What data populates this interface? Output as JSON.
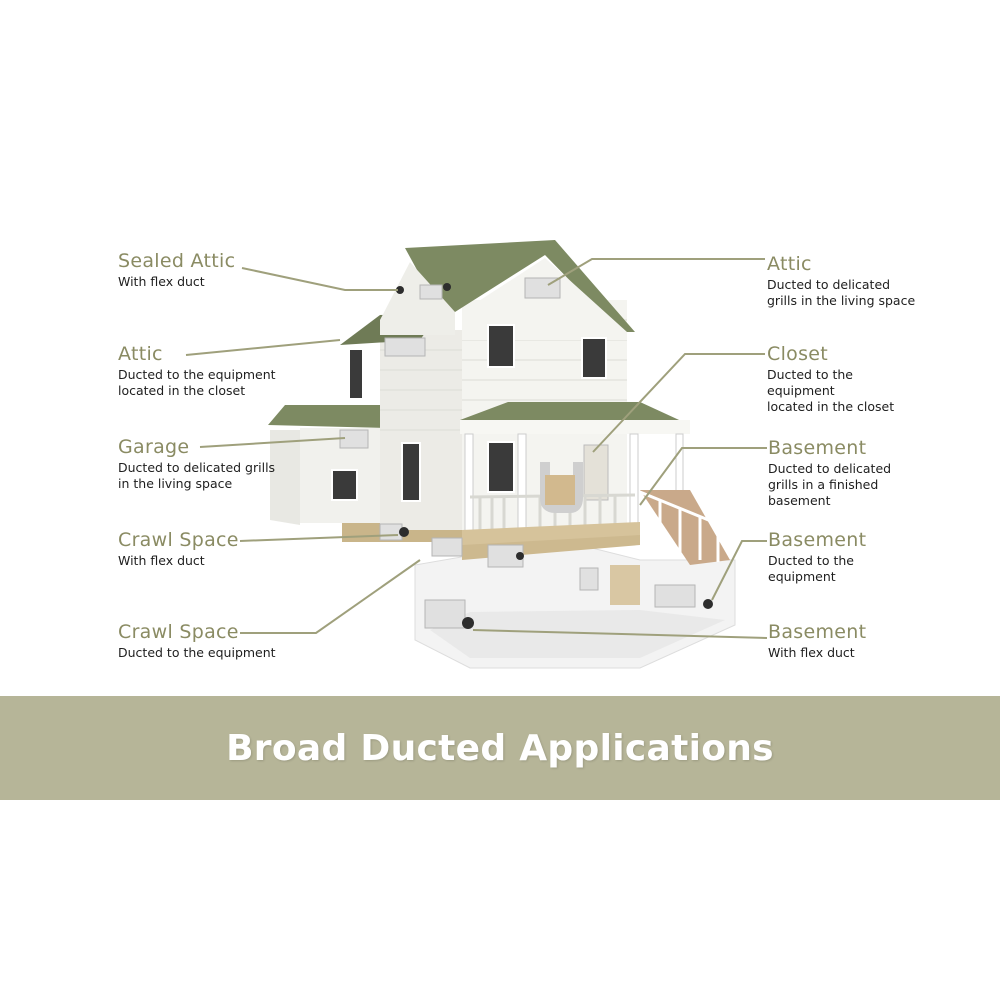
{
  "colors": {
    "label": "#8a8b63",
    "banner": "#b6b598",
    "roof": "#7d8a62",
    "siding": "#eeeeea"
  },
  "left_labels": [
    {
      "title": "Sealed Attic",
      "lines": [
        "With flex duct"
      ]
    },
    {
      "title": "Attic",
      "lines": [
        "Ducted to the equipment",
        "located in the closet"
      ]
    },
    {
      "title": "Garage",
      "lines": [
        "Ducted to delicated grills",
        "in the living space"
      ]
    },
    {
      "title": "Crawl Space",
      "lines": [
        "With flex duct"
      ]
    },
    {
      "title": "Crawl Space",
      "lines": [
        "Ducted to the equipment"
      ]
    }
  ],
  "right_labels": [
    {
      "title": "Attic",
      "lines": [
        "Ducted to delicated",
        "grills in the living space"
      ]
    },
    {
      "title": "Closet",
      "lines": [
        "Ducted to the",
        "equipment",
        "located in the closet"
      ]
    },
    {
      "title": "Basement",
      "lines": [
        "Ducted to delicated",
        "grills in a finished",
        "basement"
      ]
    },
    {
      "title": "Basement",
      "lines": [
        "Ducted to the",
        "equipment"
      ]
    },
    {
      "title": "Basement",
      "lines": [
        "With flex duct"
      ]
    }
  ],
  "banner": {
    "title": "Broad Ducted Applications"
  }
}
